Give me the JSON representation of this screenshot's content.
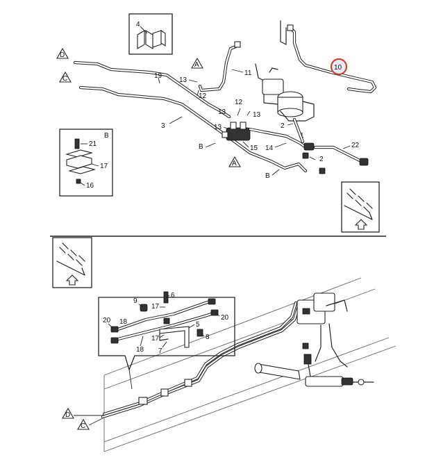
{
  "diagram": {
    "callouts_top": {
      "c1": "1",
      "c2": "2",
      "c3": "3",
      "c4": "4",
      "c10": "10",
      "c11": "11",
      "c12": "12",
      "c13a": "13",
      "c13b": "13",
      "c13c": "13",
      "c14": "14",
      "c15": "15",
      "c19": "19",
      "c22": "22",
      "c2b": "2"
    },
    "inset_b": {
      "corner": "B",
      "c21": "21",
      "c17": "17",
      "c16": "16"
    },
    "detail": {
      "c6": "6",
      "c9": "9",
      "c17a": "17",
      "c17b": "17",
      "c5": "5",
      "c20a": "20",
      "c20b": "20",
      "c18a": "18",
      "c18b": "18",
      "c7": "7",
      "c8": "8"
    },
    "markers": {
      "D": "D",
      "C": "C",
      "A": "A",
      "B": "B"
    },
    "highlight_color": "#d9363e"
  }
}
